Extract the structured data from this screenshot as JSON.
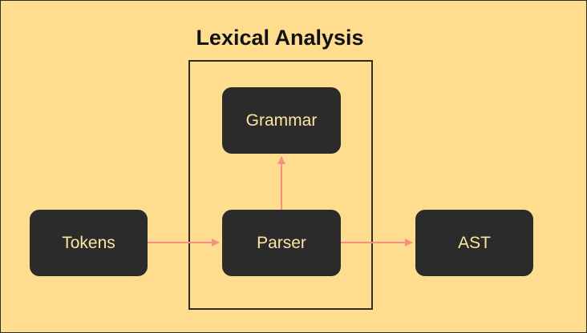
{
  "diagram": {
    "title": "Lexical Analysis",
    "nodes": {
      "tokens": "Tokens",
      "parser": "Parser",
      "grammar": "Grammar",
      "ast": "AST"
    },
    "edges": [
      {
        "from": "tokens",
        "to": "parser"
      },
      {
        "from": "parser",
        "to": "grammar"
      },
      {
        "from": "parser",
        "to": "ast"
      }
    ]
  },
  "colors": {
    "background": "#ffdd8f",
    "node_fill": "#2b2b2b",
    "node_text": "#ffe3a0",
    "edge": "#f59183",
    "group_border": "#2b2b2b"
  }
}
